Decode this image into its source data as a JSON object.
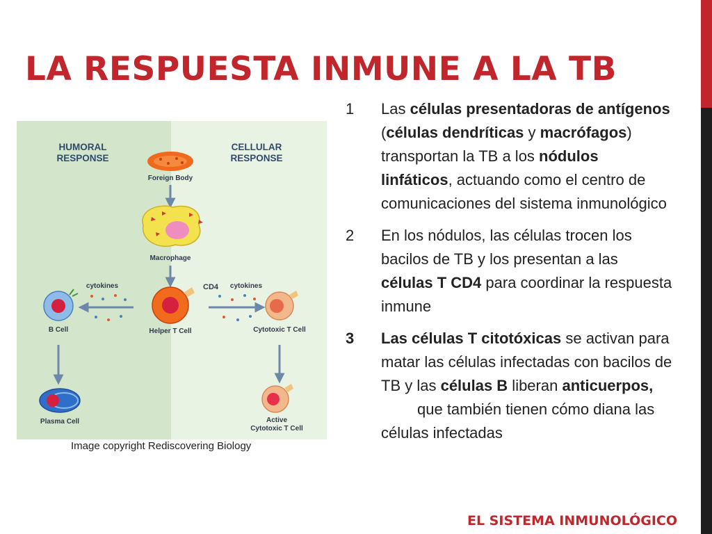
{
  "slide": {
    "title": "LA RESPUESTA INMUNE A LA TB",
    "footer": "EL SISTEMA INMUNOLÓGICO",
    "caption": "Image copyright Rediscovering Biology"
  },
  "colors": {
    "accent_red": "#c0262b",
    "accent_dark": "#1e1e1e"
  },
  "diagram": {
    "humoral_line1": "HUMORAL",
    "humoral_line2": "RESPONSE",
    "cellular_line1": "CELLULAR",
    "cellular_line2": "RESPONSE",
    "foreign_body": "Foreign Body",
    "macrophage": "Macrophage",
    "cd4": "CD4",
    "cytokines_left": "cytokines",
    "cytokines_right": "cytokines",
    "b_cell": "B Cell",
    "helper_t": "Helper T Cell",
    "cytotoxic_t": "Cytotoxic T Cell",
    "plasma_cell": "Plasma Cell",
    "active_line1": "Active",
    "active_line2": "Cytotoxic T Cell"
  },
  "points": [
    {
      "num": "1",
      "parts": [
        {
          "t": "Las ",
          "b": false
        },
        {
          "t": "células presentadoras de antígenos",
          "b": true
        },
        {
          "t": " (",
          "b": false
        },
        {
          "t": "células dendríticas",
          "b": true
        },
        {
          "t": " y ",
          "b": false
        },
        {
          "t": "macrófagos",
          "b": true
        },
        {
          "t": ") transportan la TB a los ",
          "b": false
        },
        {
          "t": "nódulos linfáticos",
          "b": true
        },
        {
          "t": ", actuando como el centro de comunicaciones del sistema inmunológico",
          "b": false
        }
      ]
    },
    {
      "num": "2",
      "parts": [
        {
          "t": "En los nódulos, las células trocen los bacilos de TB y los presentan a las ",
          "b": false
        },
        {
          "t": "células T CD4",
          "b": true
        },
        {
          "t": " para coordinar la respuesta inmune",
          "b": false
        }
      ]
    },
    {
      "num": "3",
      "parts": [
        {
          "t": "Las células T citotóxicas",
          "b": true
        },
        {
          "t": " se activan para matar las células infectadas con bacilos de TB y las ",
          "b": false
        },
        {
          "t": "células B",
          "b": true
        },
        {
          "t": " liberan ",
          "b": false
        },
        {
          "t": "anticuerpos,",
          "b": true
        }
      ],
      "continuation": "que también tienen cómo diana las células infectadas"
    }
  ]
}
